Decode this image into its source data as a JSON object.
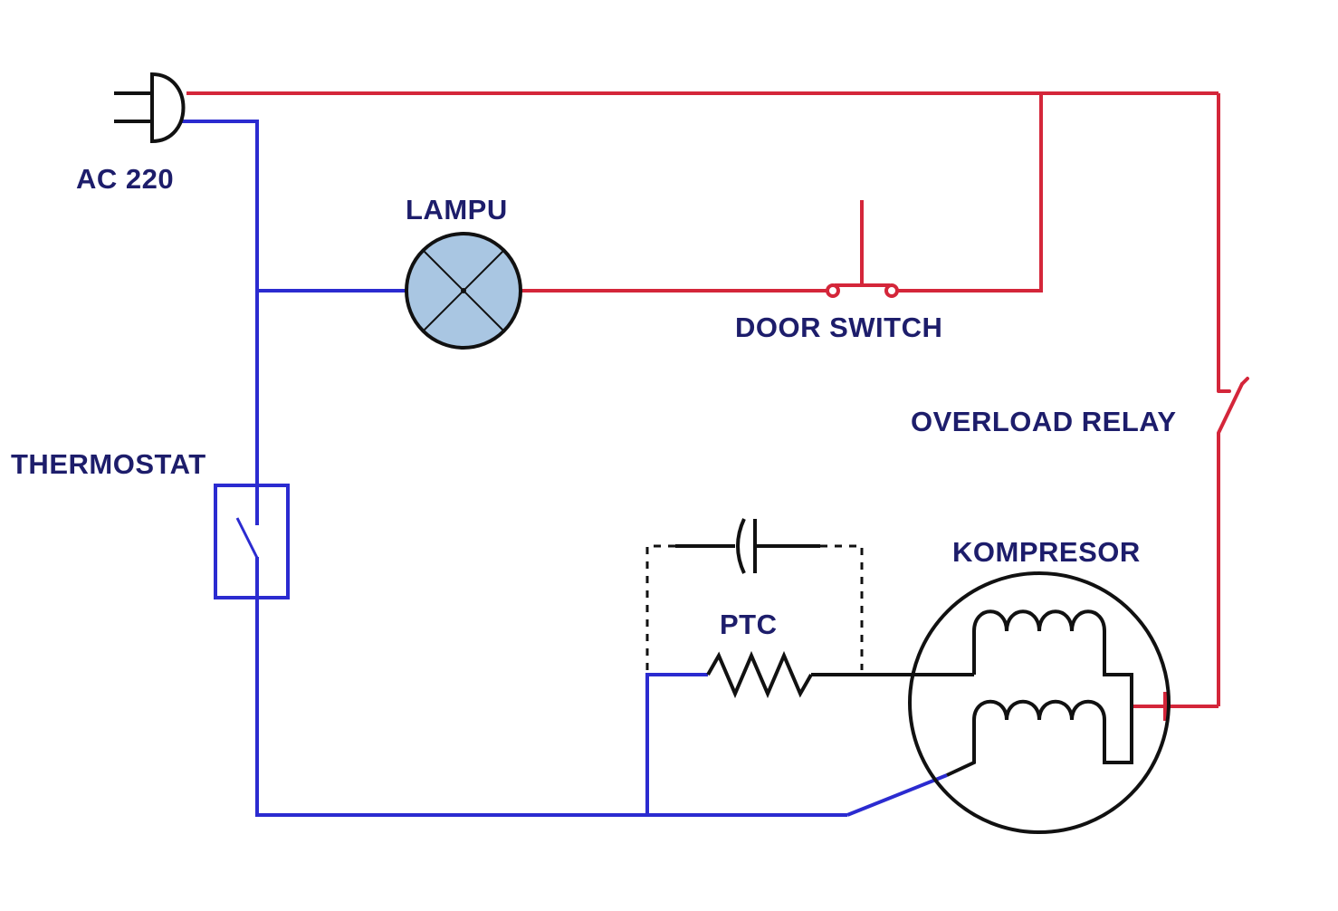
{
  "colors": {
    "background": "#ffffff",
    "live_wire": "#d4263a",
    "neutral_wire": "#2b2bd0",
    "component_wire": "#111111",
    "label_text": "#1d1d6b",
    "lamp_fill": "#a9c6e2"
  },
  "labels": {
    "ac_source": "AC 220",
    "lamp": "LAMPU",
    "door_switch": "DOOR SWITCH",
    "overload_relay": "OVERLOAD RELAY",
    "thermostat": "THERMOSTAT",
    "ptc": "PTC",
    "compressor": "KOMPRESOR"
  },
  "components": [
    {
      "name": "plug",
      "icon": "power-plug-icon"
    },
    {
      "name": "lamp",
      "icon": "lamp-cross-icon"
    },
    {
      "name": "door-switch",
      "icon": "push-switch-icon"
    },
    {
      "name": "overload-relay",
      "icon": "switch-contact-icon"
    },
    {
      "name": "thermostat",
      "icon": "switch-box-icon"
    },
    {
      "name": "capacitor",
      "icon": "capacitor-icon"
    },
    {
      "name": "ptc",
      "icon": "resistor-icon"
    },
    {
      "name": "compressor",
      "icon": "motor-windings-icon"
    }
  ]
}
